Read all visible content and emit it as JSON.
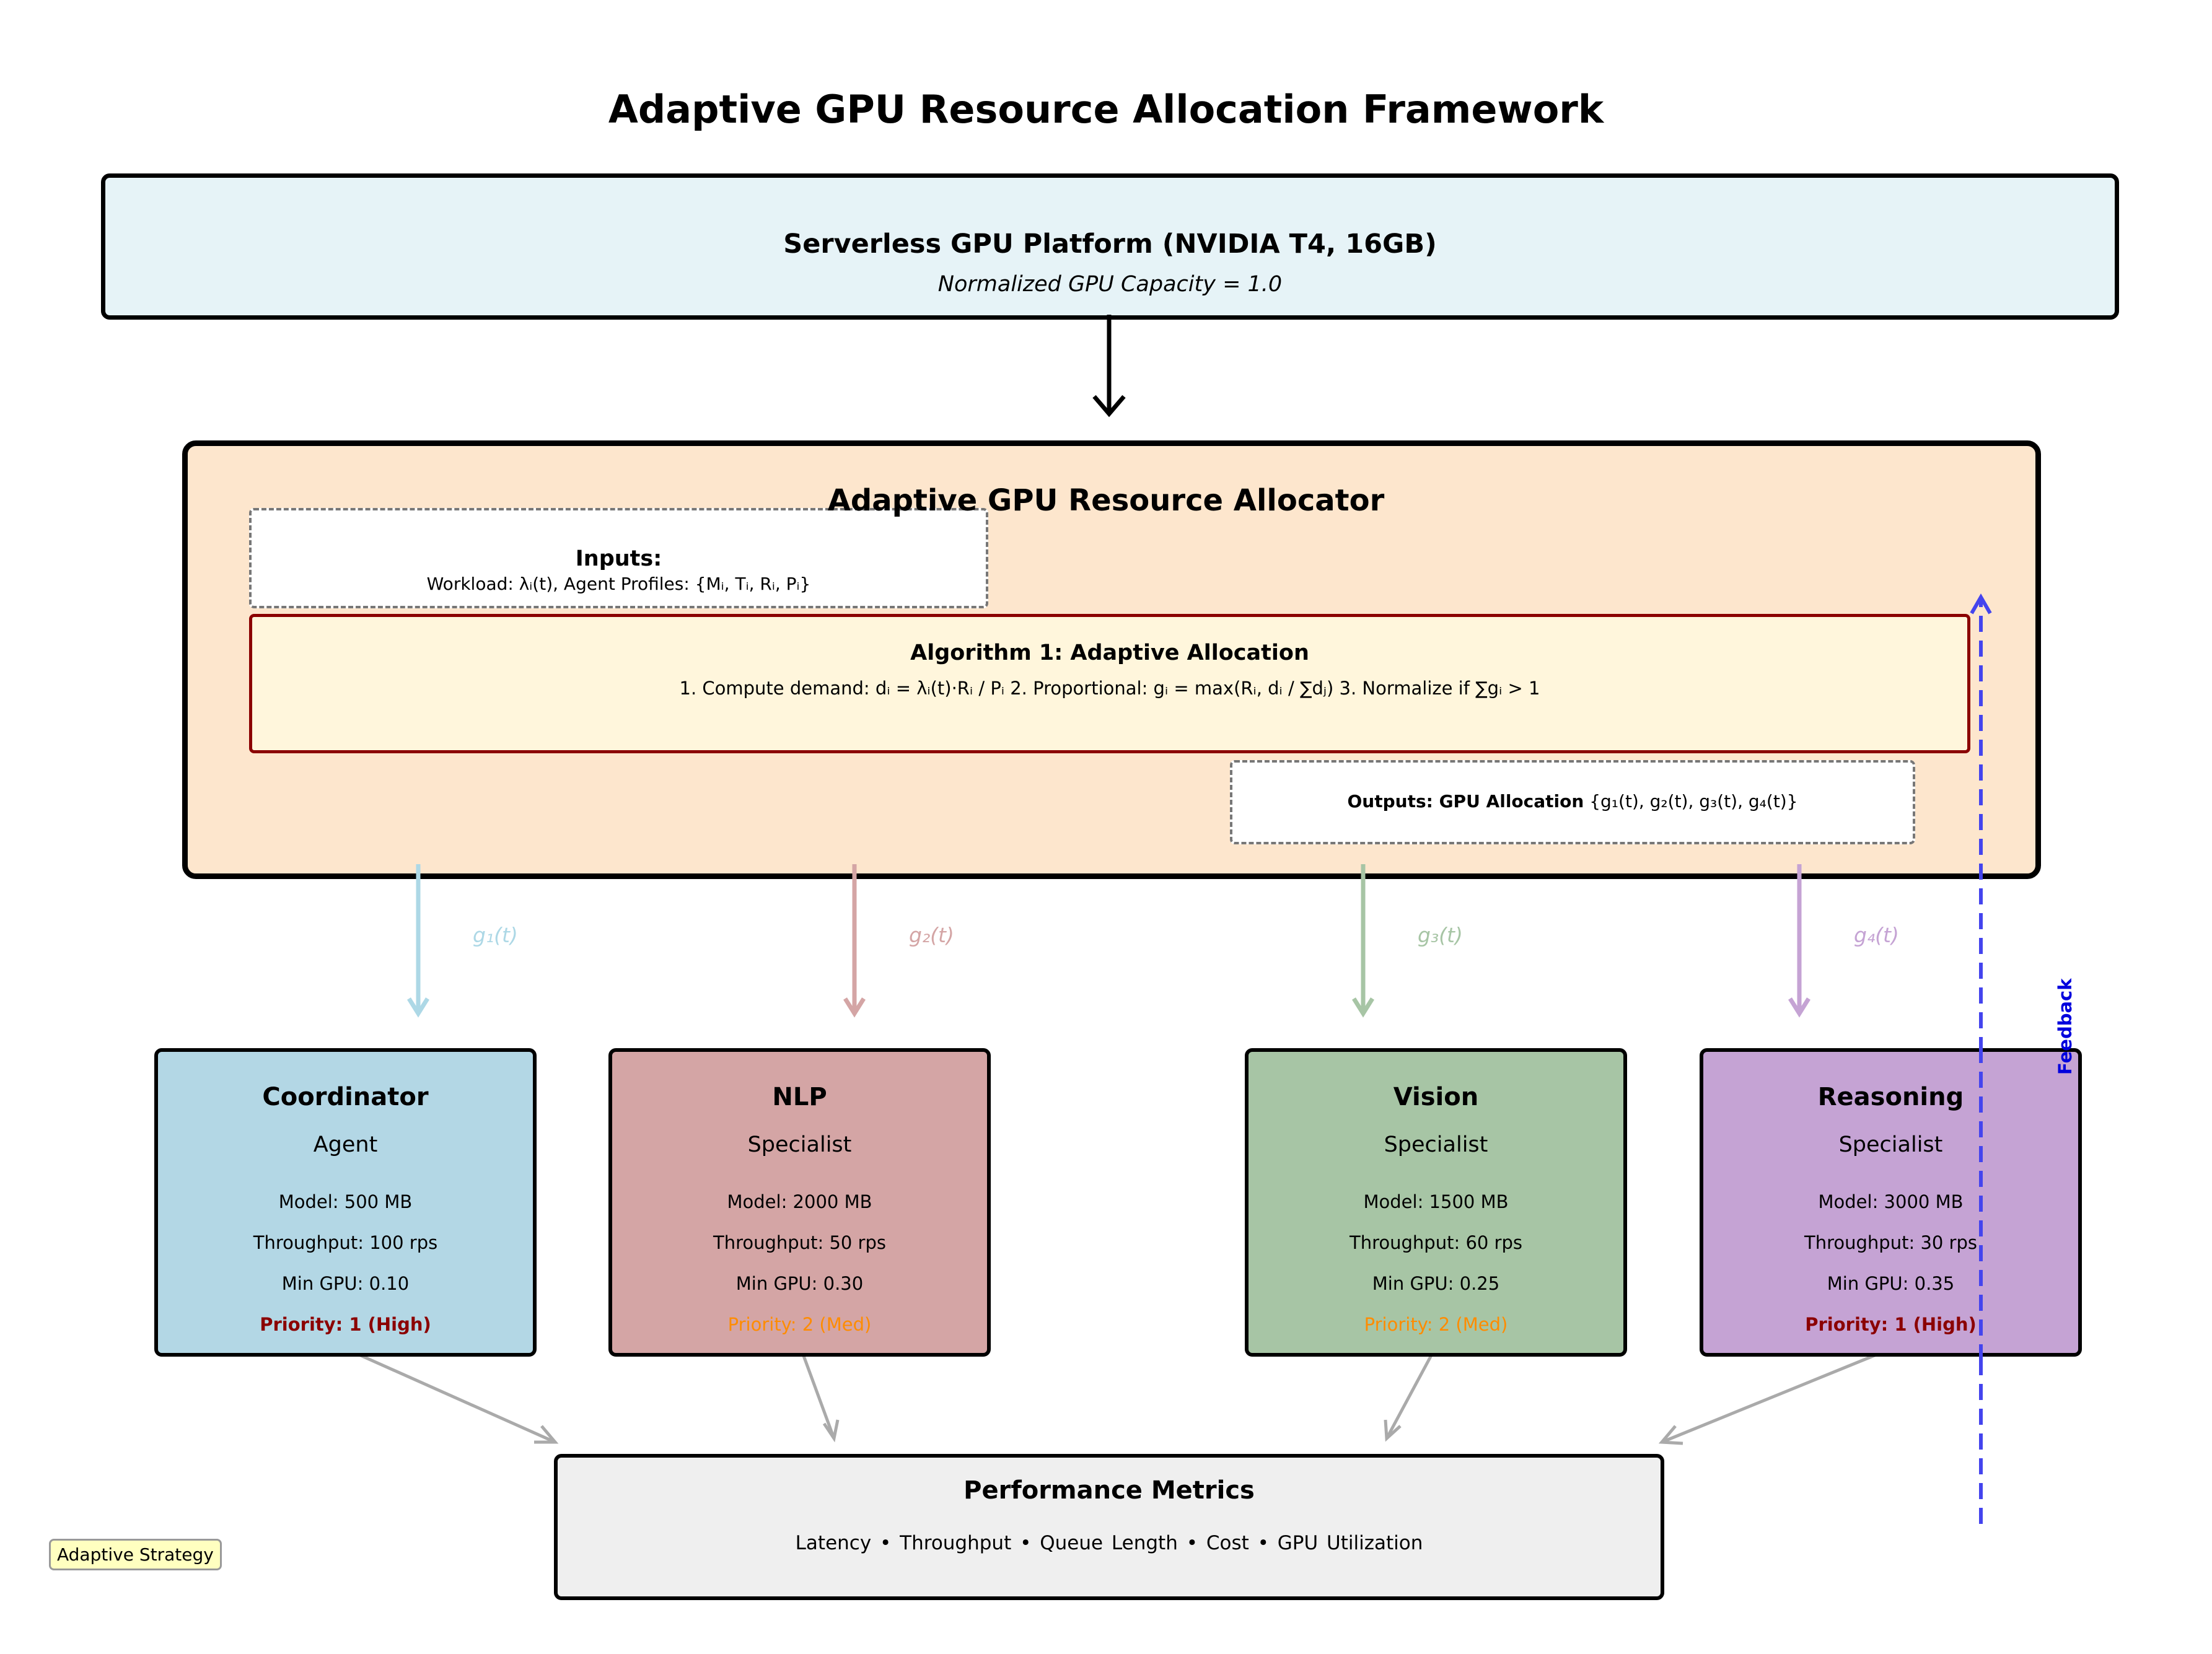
{
  "title": "Adaptive GPU Resource Allocation Framework",
  "platform": {
    "name": "Serverless GPU Platform (NVIDIA T4, 16GB)",
    "subtitle": "Normalized GPU Capacity = 1.0"
  },
  "allocator": {
    "title": "Adaptive GPU Resource Allocator",
    "inputs_title": "Inputs:",
    "inputs_text": "Workload: λᵢ(t), Agent Profiles: {Mᵢ, Tᵢ, Rᵢ, Pᵢ}",
    "algorithm_title": "Algorithm 1: Adaptive Allocation",
    "algorithm_text": "1. Compute demand: dᵢ = λᵢ(t)·Rᵢ / Pᵢ     2. Proportional: gᵢ = max(Rᵢ, dᵢ / ∑dⱼ)     3. Normalize if ∑gᵢ > 1",
    "outputs_label": "Outputs: GPU Allocation",
    "outputs_set": "{g₁(t), g₂(t), g₃(t), g₄(t)}"
  },
  "allocation_labels": [
    "g₁(t)",
    "g₂(t)",
    "g₃(t)",
    "g₄(t)"
  ],
  "agents": [
    {
      "name": "Coordinator",
      "role": "Agent",
      "model": "Model: 500 MB",
      "throughput": "Throughput: 100 rps",
      "min_gpu": "Min GPU: 0.10",
      "priority": "Priority: 1 (High)",
      "color": "#b3d7e5",
      "arrow_color": "#add8e6"
    },
    {
      "name": "NLP",
      "role": "Specialist",
      "model": "Model: 2000 MB",
      "throughput": "Throughput: 50 rps",
      "min_gpu": "Min GPU: 0.30",
      "priority": "Priority: 2 (Med)",
      "color": "#d4a5a5",
      "arrow_color": "#d4a5a5"
    },
    {
      "name": "Vision",
      "role": "Specialist",
      "model": "Model: 1500 MB",
      "throughput": "Throughput: 60 rps",
      "min_gpu": "Min GPU: 0.25",
      "priority": "Priority: 2 (Med)",
      "color": "#a7c5a5",
      "arrow_color": "#a7c5a5"
    },
    {
      "name": "Reasoning",
      "role": "Specialist",
      "model": "Model: 3000 MB",
      "throughput": "Throughput: 30 rps",
      "min_gpu": "Min GPU: 0.35",
      "priority": "Priority: 1 (High)",
      "color": "#c5a3d4",
      "arrow_color": "#c5a3d4"
    }
  ],
  "metrics": {
    "title": "Performance Metrics",
    "items": "Latency  •  Throughput  •  Queue Length  •  Cost  •  GPU Utilization"
  },
  "feedback_label": "Feedback",
  "strategy_label": "Adaptive Strategy",
  "colors": {
    "platform_bg": "#e6f3f7",
    "allocator_bg": "#fde6cd",
    "algorithm_bg": "#fff6dc",
    "algorithm_border": "#8b0000",
    "metrics_bg": "#efefef",
    "feedback": "#4444ee",
    "priority_high": "#8b0000",
    "priority_med": "#ff8c00"
  }
}
